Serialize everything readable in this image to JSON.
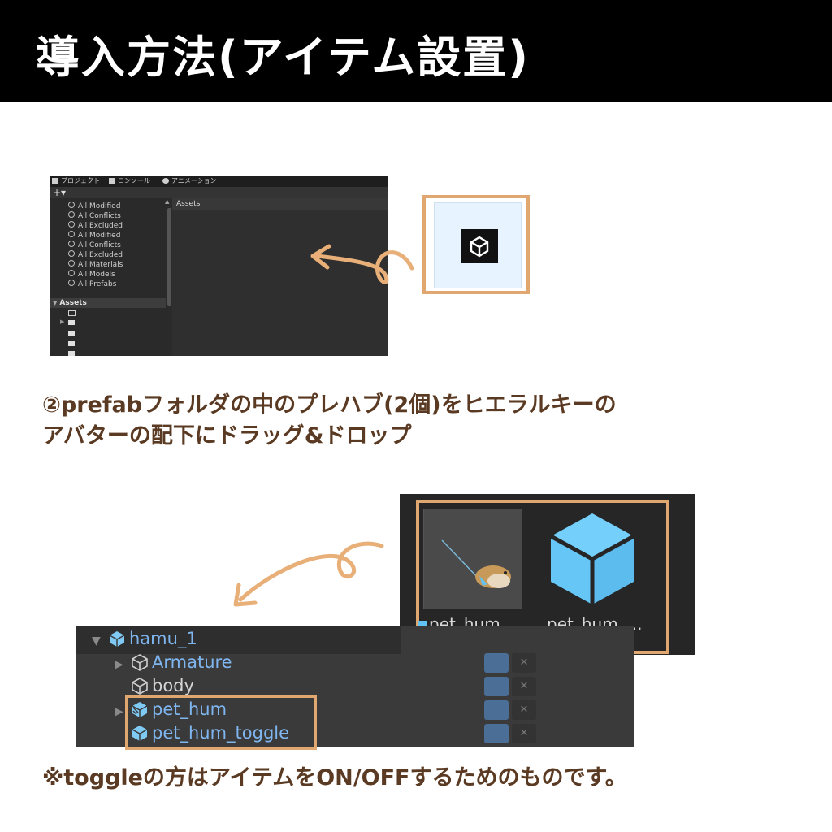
{
  "header": {
    "title": "導入方法(アイテム設置)"
  },
  "project_window": {
    "tabs": [
      "プロジェクト",
      "コンソール",
      "アニメーション"
    ],
    "add_button": "+▾",
    "favorites": [
      "All Modified",
      "All Conflicts",
      "All Excluded",
      "All Modified",
      "All Conflicts",
      "All Excluded",
      "All Materials",
      "All Models",
      "All Prefabs"
    ],
    "assets_root": "Assets",
    "assets_header": "Assets"
  },
  "instructions": {
    "line1": "②prefabフォルダの中のプレハブ(2個)をヒエラルキーの",
    "line2": "アバターの配下にドラッグ&ドロップ"
  },
  "prefabs": [
    {
      "label": "pet_hum_…"
    },
    {
      "label": "pet_hum_…"
    }
  ],
  "hierarchy": {
    "items": [
      {
        "name": "hamu_1",
        "color": "blue"
      },
      {
        "name": "Armature",
        "color": "blue"
      },
      {
        "name": "body",
        "color": "white"
      },
      {
        "name": "pet_hum",
        "color": "blue"
      },
      {
        "name": "pet_hum_toggle",
        "color": "blue"
      }
    ]
  },
  "note": "※toggleの方はアイテムをON/OFFするためのものです。",
  "colors": {
    "highlight": "#e0a870",
    "text_brown": "#5a3a22",
    "prefab_blue": "#5fc3f5"
  }
}
